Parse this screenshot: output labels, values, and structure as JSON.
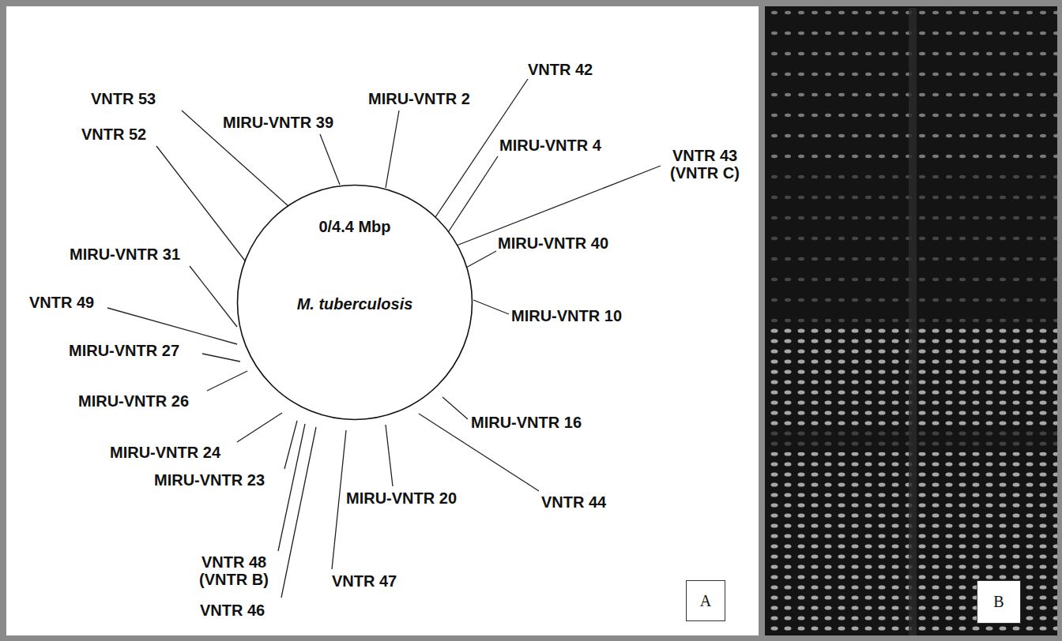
{
  "diagram": {
    "nodes": [
      {
        "text": [
          "0/4.4 Mbp",
          "M. tuberculosis"
        ]
      },
      {
        "text": [
          "A"
        ]
      },
      {
        "text": [
          "B"
        ]
      }
    ],
    "labels": [
      "VNTR 53",
      "VNTR 52",
      "MIRU-VNTR 39",
      "MIRU-VNTR 2",
      "VNTR 42",
      "MIRU-VNTR 4",
      "VNTR 43 (VNTR C)",
      "MIRU-VNTR 40",
      "MIRU-VNTR 10",
      "MIRU-VNTR 31",
      "VNTR 49",
      "MIRU-VNTR 27",
      "MIRU-VNTR 26",
      "MIRU-VNTR 16",
      "MIRU-VNTR 24",
      "MIRU-VNTR 23",
      "MIRU-VNTR 20",
      "VNTR 44",
      "VNTR 48 (VNTR B)",
      "VNTR 47",
      "VNTR 46"
    ]
  }
}
